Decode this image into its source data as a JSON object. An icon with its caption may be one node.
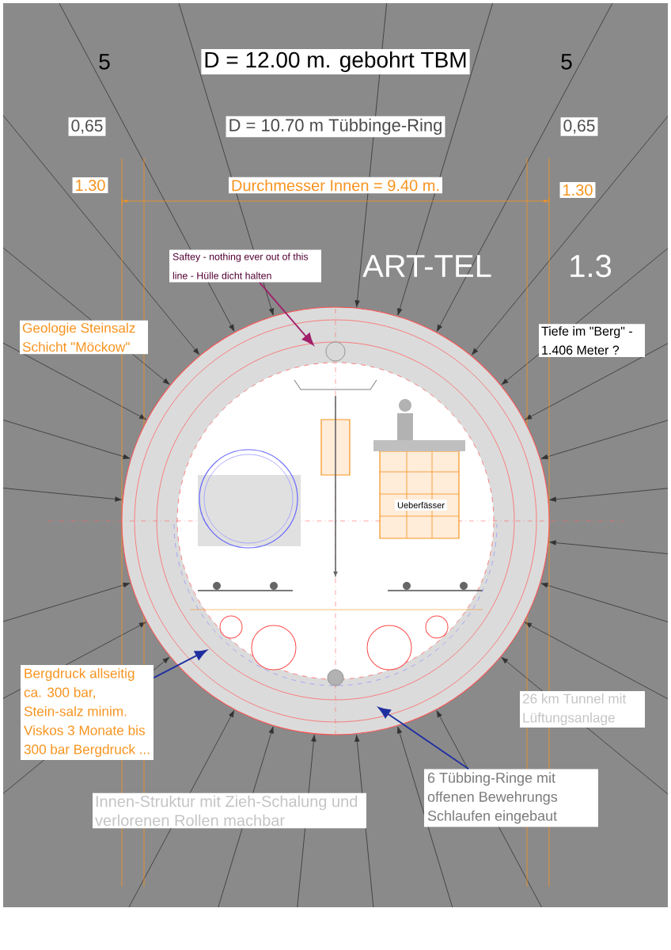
{
  "diagram": {
    "nodes": [
      {
        "text": [
          "Saftey - nothing ever out of this line - Hülle dicht halten"
        ]
      },
      {
        "text": [
          "Bergdruck allseitig ca. 300 bar, Stein-salz minim. Viskos 3 Monate bis 300 bar Bergdruck ..."
        ]
      },
      {
        "text": [
          "6 Tübbing-Ringe mit offenen Bewehrungs Schlaufen eingebaut"
        ]
      }
    ],
    "edges": [
      {
        "from": 0,
        "to": null,
        "arrow": "to",
        "color": "#a0206a"
      },
      {
        "from": 1,
        "to": null,
        "arrow": "to",
        "color": "#1f2fa0"
      },
      {
        "from": 2,
        "to": null,
        "arrow": "to",
        "color": "#1f2fa0"
      }
    ],
    "labels": [
      "5",
      "D = 12.00 m. gebohrt TBM",
      "5",
      "0,65",
      "D = 10.70 m Tübbinge-Ring",
      "0,65",
      "1.30",
      "Durchmesser Innen = 9.40 m.",
      "1.30",
      "ART-TEL",
      "1.3",
      "Geologie Steinsalz Schicht \"Möckow\"",
      "Tiefe im \"Berg\" - 1.406 Meter ?",
      "Ueberfässer",
      "26 km Tunnel mit Lüftungsanlage",
      "Innen-Struktur mit Zieh-Schalung und verlorenen Rollen machbar"
    ]
  }
}
